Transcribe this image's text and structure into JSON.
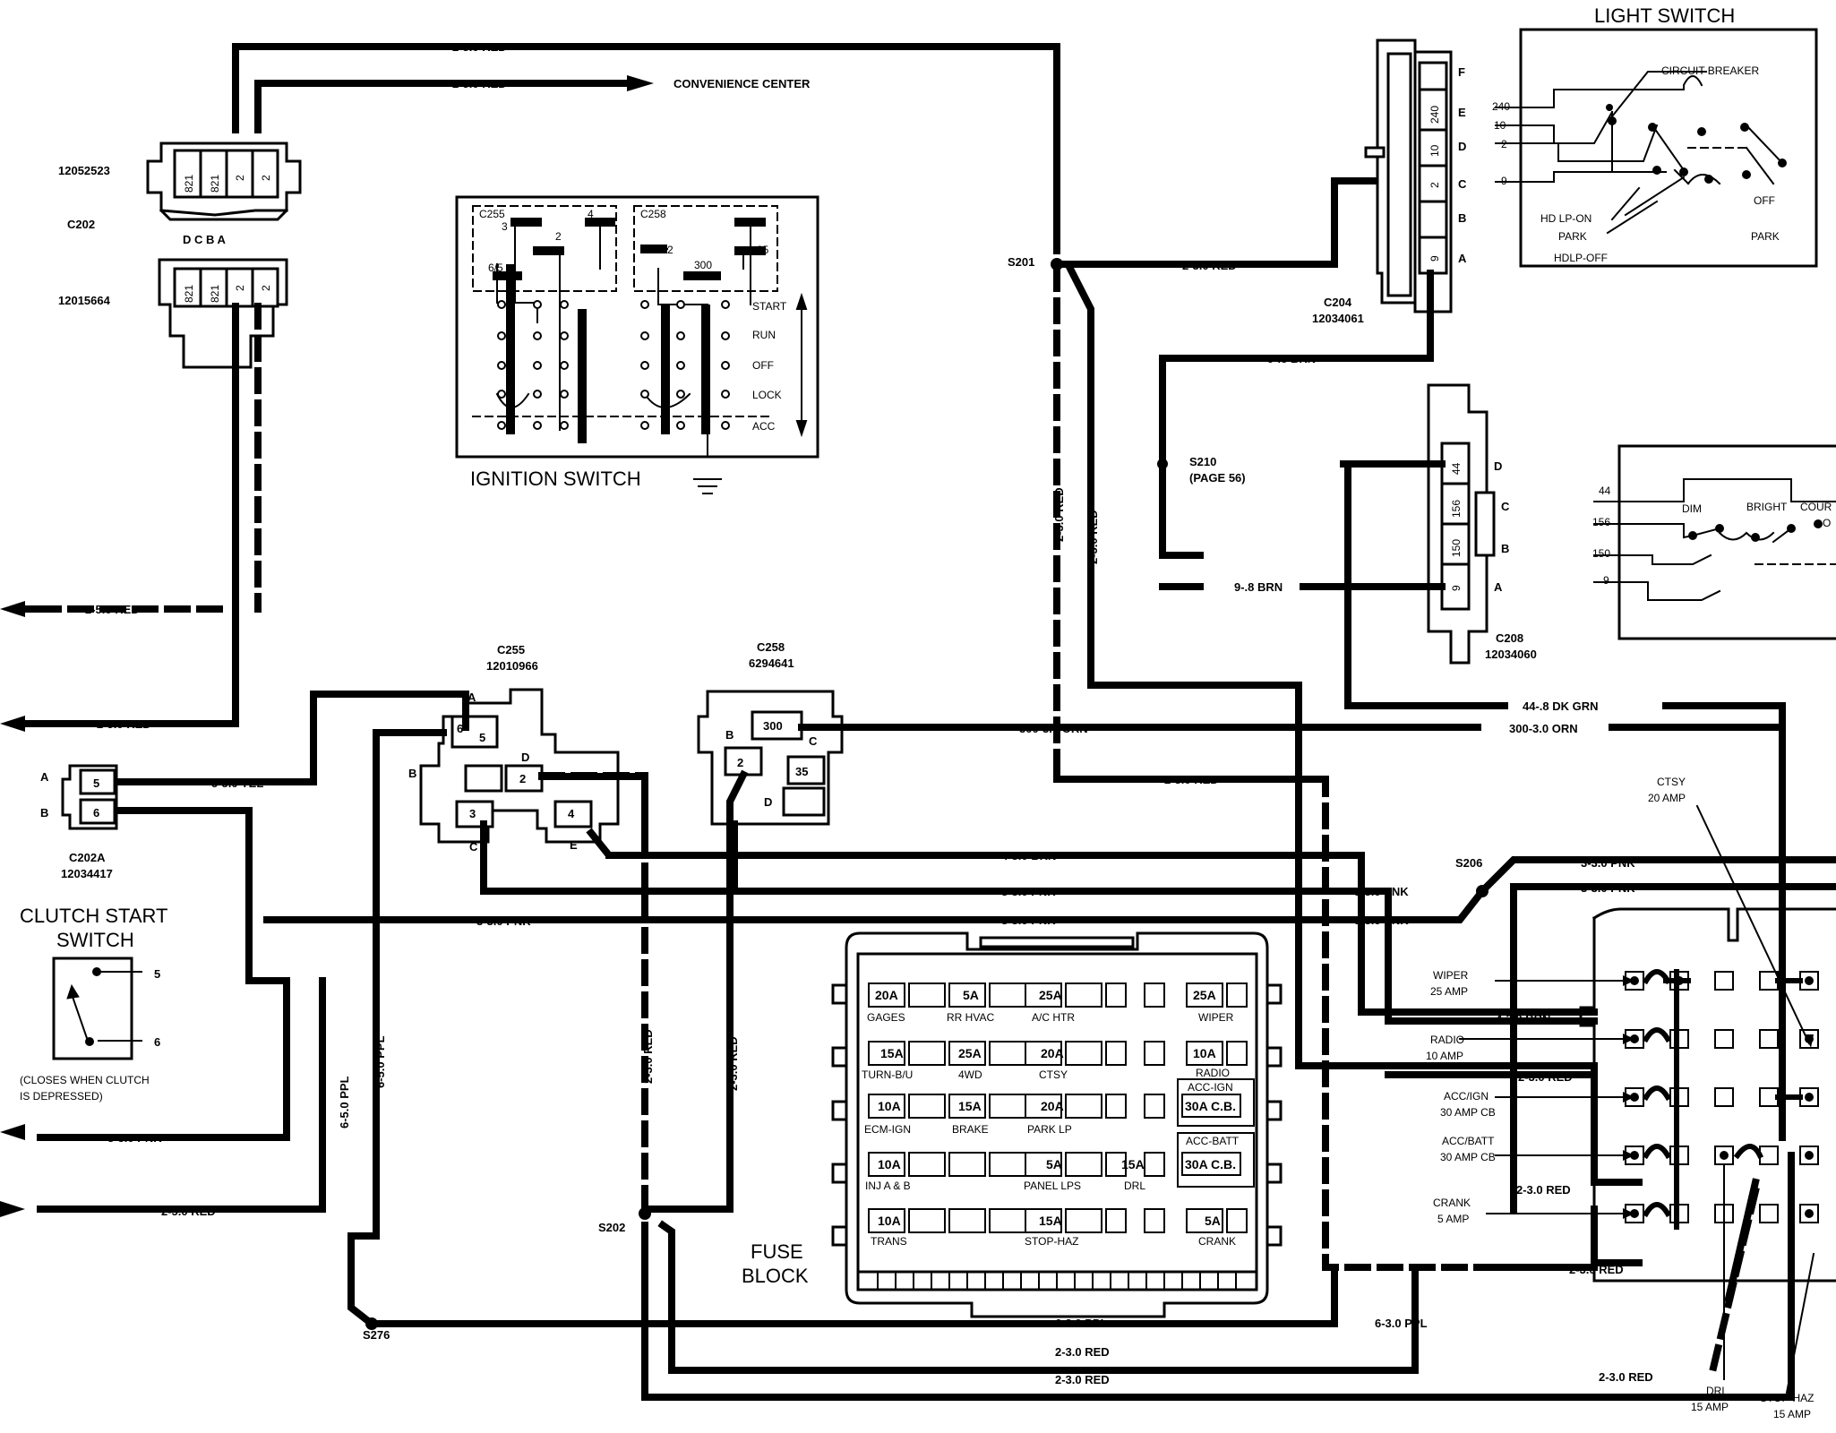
{
  "wire_labels": {
    "w_top1": "2-5.0 RED",
    "w_top2": "2-5.0 RED",
    "convenience": "CONVENIENCE CENTER",
    "w_left520": "2-5.0 RED",
    "w_left618": "2-5.0 RED",
    "w_yel": "5-5.0 YEL",
    "w_pnk_left": "3-3.0 PNK",
    "w_red_bottom_left": "2-5.0 RED",
    "w_s201_c204": "2-3.0 RED",
    "w_brn1": "9-.8 BRN",
    "w_brn2": "9-.8 BRN",
    "w_dkgrn": "44-.8 DK GRN",
    "w_orn1": "300-3.0 ORN",
    "w_orn2": "300-3.0 ORN",
    "w_red_mid": "2-3.0 RED",
    "w_brn_main": "4-3.0 BRN",
    "w_pnk1": "3-3.0 PNK",
    "w_pnk2": "3-3.0 PNK",
    "w_pnk3": "3-3.0 PNK",
    "w_pnk4": "3-3.0 PNK",
    "w_pnk5": "3-3.0 PNK",
    "w_pnk6": "3-3.0 PNK",
    "w_pnk7": "3-3.0 PNK",
    "w_pnk8": "3-3.0 PNK",
    "w_brn_fb": "4-3.0 BRN",
    "w_red_fb1": "2-3.0 RED",
    "w_red_fb2": "2-3.0 RED",
    "w_red_fb3": "2-3.0 RED",
    "w_ppl1": "6-3.0 PPL",
    "w_ppl2": "6-3.0 PPL",
    "w_red_b1": "2-3.0 RED",
    "w_red_b2": "2-3.0 RED",
    "w_red_b3": "2-3.0 RED",
    "v_red1": "2-3.0 RED",
    "v_red2": "2-3.0 RED",
    "v_red3": "2-3.0 RED",
    "v_red4": "2-3.0 RED",
    "v_ppl1": "6-5.0 PPL",
    "v_ppl2": "6-5.0 PPL"
  },
  "splices": {
    "s201": "S201",
    "s210": "S210",
    "s210_page": "(PAGE 56)",
    "s206": "S206",
    "s202": "S202",
    "s276": "S276"
  },
  "connectors": {
    "c202_part_top": "12052523",
    "c202": "C202",
    "c202_letters": "D  C  B  A",
    "c202_part_bottom": "12015664",
    "c202_pins": [
      "821",
      "821",
      "2",
      "2"
    ],
    "c202a": "C202A",
    "c202a_part": "12034417",
    "c202a_pins": [
      "5",
      "6"
    ],
    "c202a_letters": [
      "A",
      "B"
    ],
    "c255": "C255",
    "c255_part": "12010966",
    "c255_pins": [
      "6",
      "5",
      "2",
      "3",
      "4"
    ],
    "c255_letters": [
      "A",
      "B",
      "C",
      "D",
      "E"
    ],
    "c258": "C258",
    "c258_part": "6294641",
    "c258_pins": [
      "300",
      "2",
      "35"
    ],
    "c258_letters": [
      "B",
      "C",
      "D"
    ],
    "c204": "C204",
    "c204_part": "12034061",
    "c204_pins": [
      "240",
      "10",
      "2",
      "9"
    ],
    "c204_letters": [
      "F",
      "E",
      "D",
      "C",
      "B",
      "A"
    ],
    "c208": "C208",
    "c208_part": "12034060",
    "c208_pins": [
      "44",
      "156",
      "150",
      "9"
    ],
    "c208_letters": [
      "D",
      "C",
      "B",
      "A"
    ]
  },
  "ignition_switch": {
    "title": "IGNITION SWITCH",
    "c255_label": "C255",
    "c258_label": "C258",
    "pins_left": [
      "3",
      "4",
      "2",
      "6/5"
    ],
    "pins_right": [
      "2",
      "300",
      "35"
    ],
    "positions": [
      "START",
      "RUN",
      "OFF",
      "LOCK",
      "ACC"
    ]
  },
  "light_switch": {
    "title": "LIGHT SWITCH",
    "circuit_breaker": "CIRCUIT BREAKER",
    "wires": [
      "240",
      "10",
      "2",
      "9"
    ],
    "labels": [
      "HD LP-ON",
      "PARK",
      "HDLP-OFF",
      "OFF",
      "PARK"
    ]
  },
  "dimmer": {
    "wires": [
      "44",
      "156",
      "150",
      "9"
    ],
    "dim": "DIM",
    "bright": "BRIGHT",
    "courtesy": "COUR",
    "courtesy2": "O"
  },
  "clutch": {
    "title1": "CLUTCH START",
    "title2": "SWITCH",
    "pin5": "5",
    "pin6": "6",
    "note1": "(CLOSES WHEN CLUTCH",
    "note2": "IS DEPRESSED)"
  },
  "fuse_block": {
    "title1": "FUSE",
    "title2": "BLOCK",
    "fuses": [
      {
        "amp": "20A",
        "name": "GAGES"
      },
      {
        "amp": "5A",
        "name": "RR HVAC"
      },
      {
        "amp": "25A",
        "name": "A/C HTR"
      },
      {
        "amp": "25A",
        "name": "WIPER"
      },
      {
        "amp": "15A",
        "name": "TURN-B/U"
      },
      {
        "amp": "25A",
        "name": "4WD"
      },
      {
        "amp": "20A",
        "name": "CTSY"
      },
      {
        "amp": "10A",
        "name": "RADIO"
      },
      {
        "amp": "10A",
        "name": "ECM-IGN"
      },
      {
        "amp": "15A",
        "name": "BRAKE"
      },
      {
        "amp": "20A",
        "name": "PARK LP"
      },
      {
        "amp": "10A",
        "name": "INJ A & B"
      },
      {
        "amp": "5A",
        "name": "PANEL LPS"
      },
      {
        "amp": "15A",
        "name": "DRL"
      },
      {
        "amp": "10A",
        "name": "TRANS"
      },
      {
        "amp": "15A",
        "name": "STOP-HAZ"
      },
      {
        "amp": "5A",
        "name": "CRANK"
      }
    ],
    "cb1_name": "ACC-IGN",
    "cb1_amp": "30A C.B.",
    "cb2_name": "ACC-BATT",
    "cb2_amp": "30A C.B."
  },
  "fuse_callouts": {
    "ctsy1": "CTSY",
    "ctsy2": "20 AMP",
    "wiper1": "WIPER",
    "wiper2": "25 AMP",
    "radio1": "RADIO",
    "radio2": "10 AMP",
    "accign1": "ACC/IGN",
    "accign2": "30 AMP CB",
    "accbatt1": "ACC/BATT",
    "accbatt2": "30 AMP CB",
    "crank1": "CRANK",
    "crank2": "5 AMP",
    "drl1": "DRL",
    "drl2": "15 AMP",
    "stophaz1": "STOP-HAZ",
    "stophaz2": "15 AMP"
  }
}
